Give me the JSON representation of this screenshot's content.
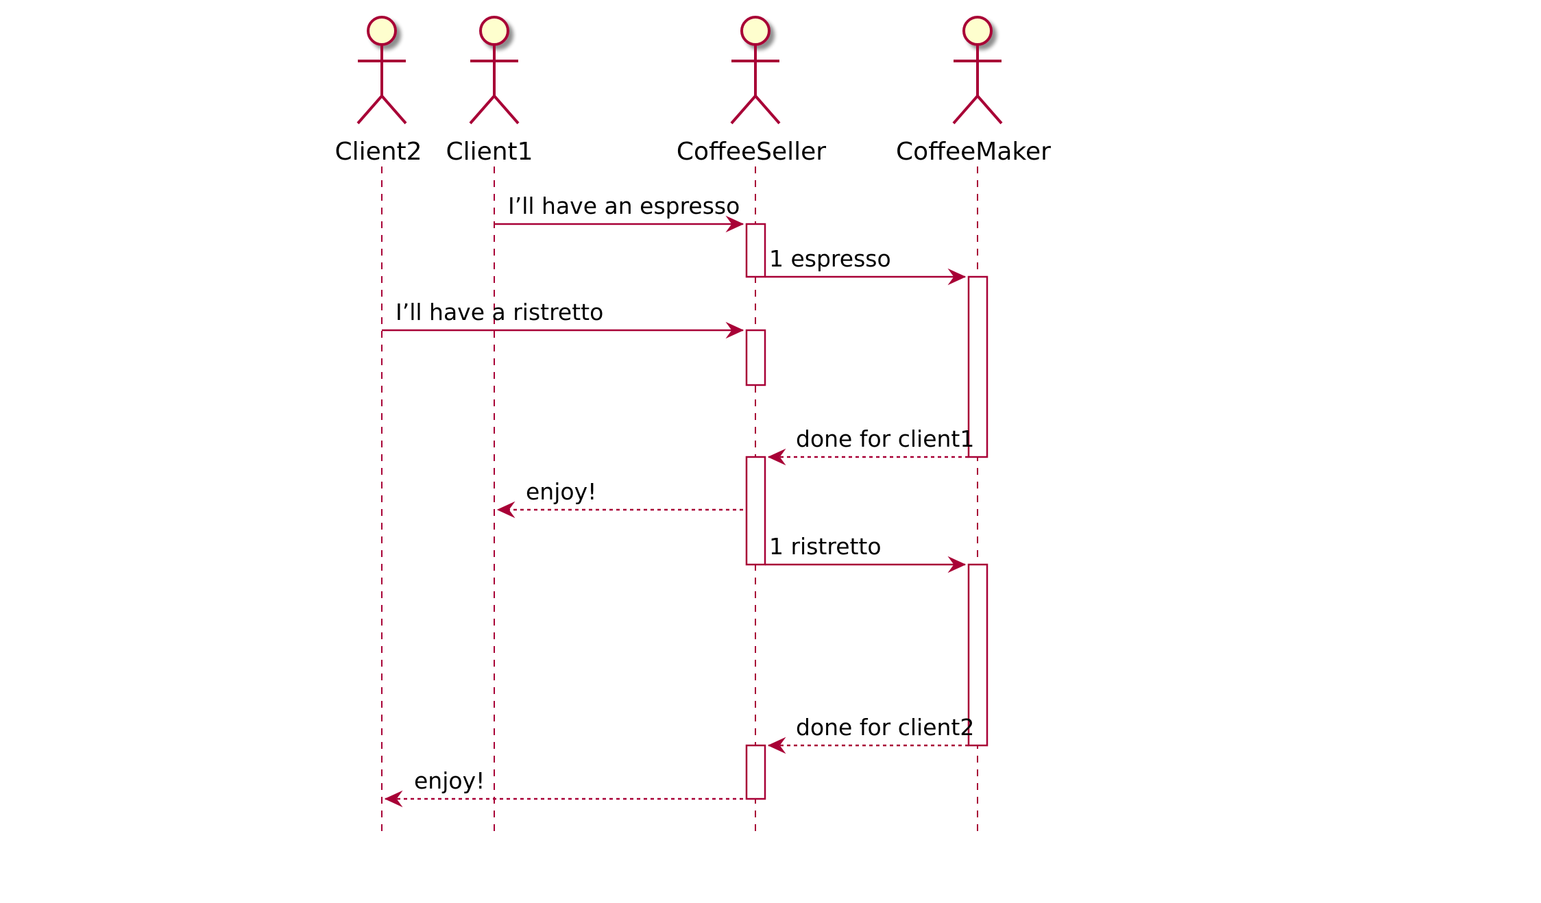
{
  "colors": {
    "line": "#A80036",
    "actor_fill": "#FEFECE",
    "activation_fill": "#FFFFFF",
    "text": "#000000",
    "background": "#FFFFFF"
  },
  "participants": [
    {
      "id": "client2",
      "label": "Client2",
      "icon": "actor-stick-figure-icon"
    },
    {
      "id": "client1",
      "label": "Client1",
      "icon": "actor-stick-figure-icon"
    },
    {
      "id": "coffeeseller",
      "label": "CoffeeSeller",
      "icon": "actor-stick-figure-icon"
    },
    {
      "id": "coffeemaker",
      "label": "CoffeeMaker",
      "icon": "actor-stick-figure-icon"
    }
  ],
  "messages": [
    {
      "from": "client1",
      "to": "coffeeseller",
      "label": "I’ll have an espresso",
      "style": "solid"
    },
    {
      "from": "coffeeseller",
      "to": "coffeemaker",
      "label": "1 espresso",
      "style": "solid"
    },
    {
      "from": "client2",
      "to": "coffeeseller",
      "label": "I’ll have a ristretto",
      "style": "solid"
    },
    {
      "from": "coffeemaker",
      "to": "coffeeseller",
      "label": "done for client1",
      "style": "dashed"
    },
    {
      "from": "coffeeseller",
      "to": "client1",
      "label": "enjoy!",
      "style": "dashed"
    },
    {
      "from": "coffeeseller",
      "to": "coffeemaker",
      "label": "1 ristretto",
      "style": "solid"
    },
    {
      "from": "coffeemaker",
      "to": "coffeeseller",
      "label": "done for client2",
      "style": "dashed"
    },
    {
      "from": "coffeeseller",
      "to": "client2",
      "label": "enjoy!",
      "style": "dashed"
    }
  ]
}
